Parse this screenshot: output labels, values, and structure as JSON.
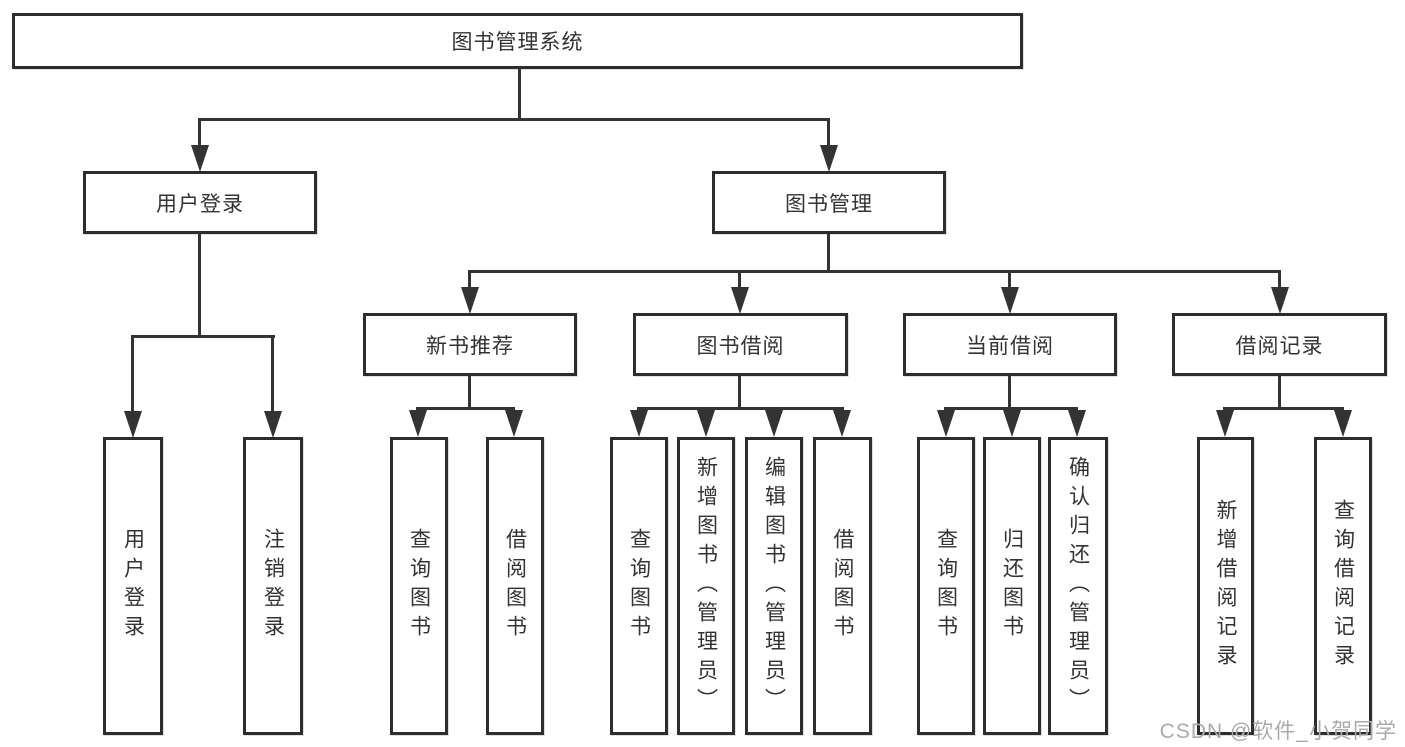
{
  "diagram": {
    "root": {
      "label": "图书管理系统"
    },
    "level2": [
      {
        "id": "user-login",
        "label": "用户登录",
        "children": [
          "用户登录",
          "注销登录"
        ]
      },
      {
        "id": "book-management",
        "label": "图书管理"
      }
    ],
    "level3": [
      {
        "id": "new-book-recommend",
        "label": "新书推荐",
        "children": [
          "查询图书",
          "借阅图书"
        ]
      },
      {
        "id": "book-borrow",
        "label": "图书借阅",
        "children": [
          "查询图书",
          "新增图书（管理员）",
          "编辑图书（管理员）",
          "借阅图书"
        ]
      },
      {
        "id": "current-borrow",
        "label": "当前借阅",
        "children": [
          "查询图书",
          "归还图书",
          "确认归还（管理员）"
        ]
      },
      {
        "id": "borrow-records",
        "label": "借阅记录",
        "children": [
          "新增借阅记录",
          "查询借阅记录"
        ]
      }
    ]
  },
  "watermark": {
    "text": "CSDN @软件_小贺同学"
  },
  "colors": {
    "line": "#333333",
    "box_border": "#2d2d2d",
    "text": "#333333",
    "watermark": "#aaaaaa",
    "background": "#ffffff"
  }
}
